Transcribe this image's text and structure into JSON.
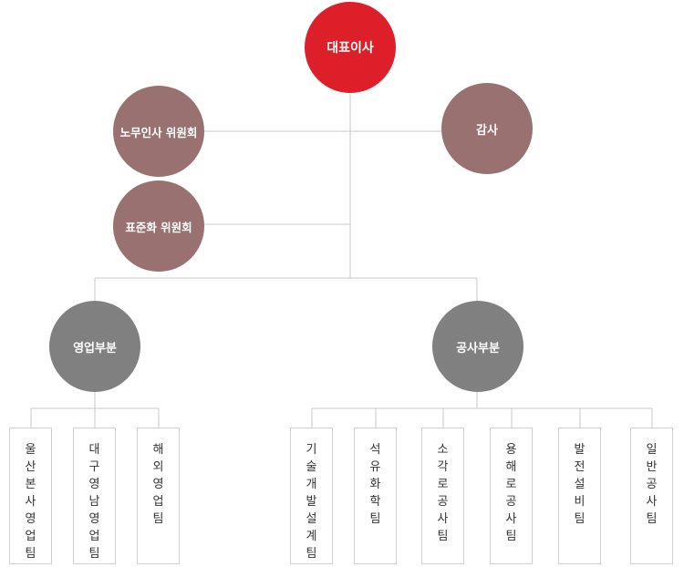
{
  "colors": {
    "ceo": "#dd1f2a",
    "committee": "#997170",
    "division": "#808080",
    "line": "#c8c8c8",
    "box_border": "#cfcfcf"
  },
  "ceo": {
    "label": "대표이사"
  },
  "labor_committee": {
    "label": "노무인사 위원회"
  },
  "audit": {
    "label": "감사"
  },
  "standard_committee": {
    "label": "표준화 위원회"
  },
  "sales_division": {
    "label": "영업부분",
    "teams": [
      "울산본사영업팀",
      "대구영남영업팀",
      "해외영업팀"
    ]
  },
  "construction_division": {
    "label": "공사부분",
    "teams": [
      "기술개발설계팀",
      "석유화학팀",
      "소각로공사팀",
      "용해로공사팀",
      "발전설비팀",
      "일반공사팀"
    ]
  }
}
